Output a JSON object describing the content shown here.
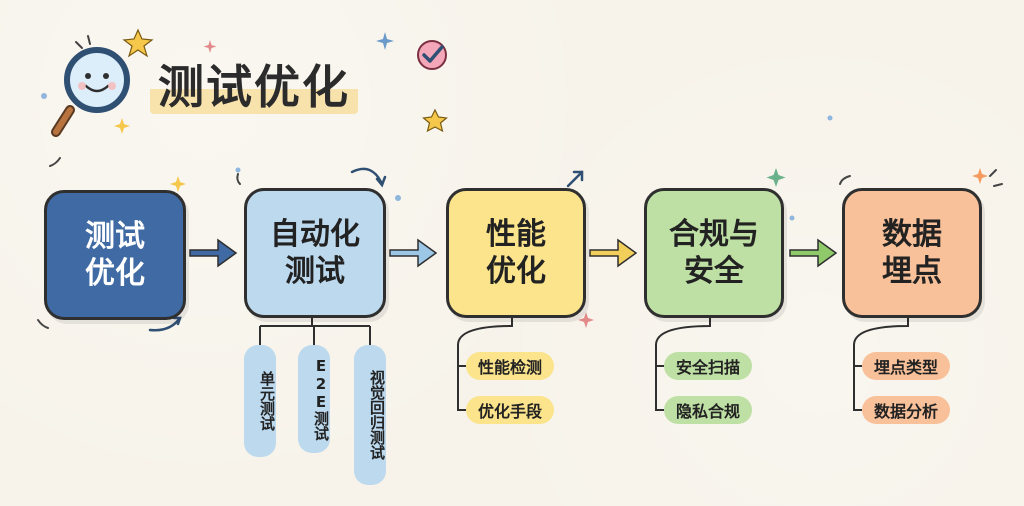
{
  "title": "测试优化",
  "nodes": [
    {
      "label": "测试\n优化",
      "color": "#3f6aa3"
    },
    {
      "label": "自动化\n测试",
      "color": "#bcd9ee"
    },
    {
      "label": "性能\n优化",
      "color": "#fbe48c"
    },
    {
      "label": "合规与\n安全",
      "color": "#bfe0a5"
    },
    {
      "label": "数据\n埋点",
      "color": "#f8c19a"
    }
  ],
  "automation_children": [
    "单元测试",
    "E2E测试",
    "视觉回归测试"
  ],
  "performance_children": [
    "性能检测",
    "优化手段"
  ],
  "compliance_children": [
    "安全扫描",
    "隐私合规"
  ],
  "tracking_children": [
    "埋点类型",
    "数据分析"
  ],
  "colors": {
    "arrow_blue": "#3f6aa3",
    "arrow_lightblue": "#9cc7e6",
    "arrow_yellow": "#f2cf5b",
    "arrow_green": "#8fc96a",
    "accent_orange": "#f39a5c",
    "star_yellow": "#f5c84c"
  },
  "icons": [
    "magnifier-smiley-icon",
    "checkmark-circle-icon",
    "star-icon",
    "sparkle-icon"
  ]
}
